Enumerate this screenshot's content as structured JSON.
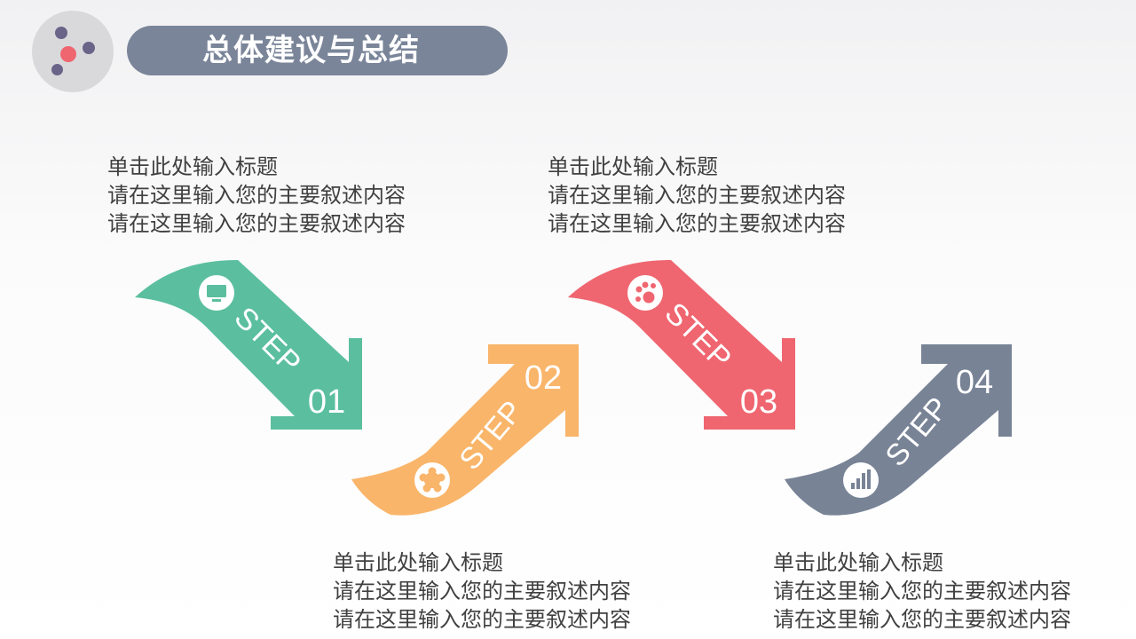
{
  "title": "总体建议与总结",
  "colors": {
    "green": "#5bbf9f",
    "orange": "#f9b56a",
    "red": "#ef6670",
    "slate": "#788396",
    "title_bg": "#7a8599"
  },
  "steps": [
    {
      "word": "STEP",
      "number": "01",
      "icon": "monitor-icon",
      "color": "#5bbf9f",
      "text": {
        "heading": "单击此处输入标题",
        "line1": "请在这里输入您的主要叙述内容",
        "line2": "请在这里输入您的主要叙述内容"
      }
    },
    {
      "word": "STEP",
      "number": "02",
      "icon": "flower-icon",
      "color": "#f9b56a",
      "text": {
        "heading": "单击此处输入标题",
        "line1": "请在这里输入您的主要叙述内容",
        "line2": "请在这里输入您的主要叙述内容"
      }
    },
    {
      "word": "STEP",
      "number": "03",
      "icon": "paw-icon",
      "color": "#ef6670",
      "text": {
        "heading": "单击此处输入标题",
        "line1": "请在这里输入您的主要叙述内容",
        "line2": "请在这里输入您的主要叙述内容"
      }
    },
    {
      "word": "STEP",
      "number": "04",
      "icon": "bar-chart-icon",
      "color": "#788396",
      "text": {
        "heading": "单击此处输入标题",
        "line1": "请在这里输入您的主要叙述内容",
        "line2": "请在这里输入您的主要叙述内容"
      }
    }
  ]
}
